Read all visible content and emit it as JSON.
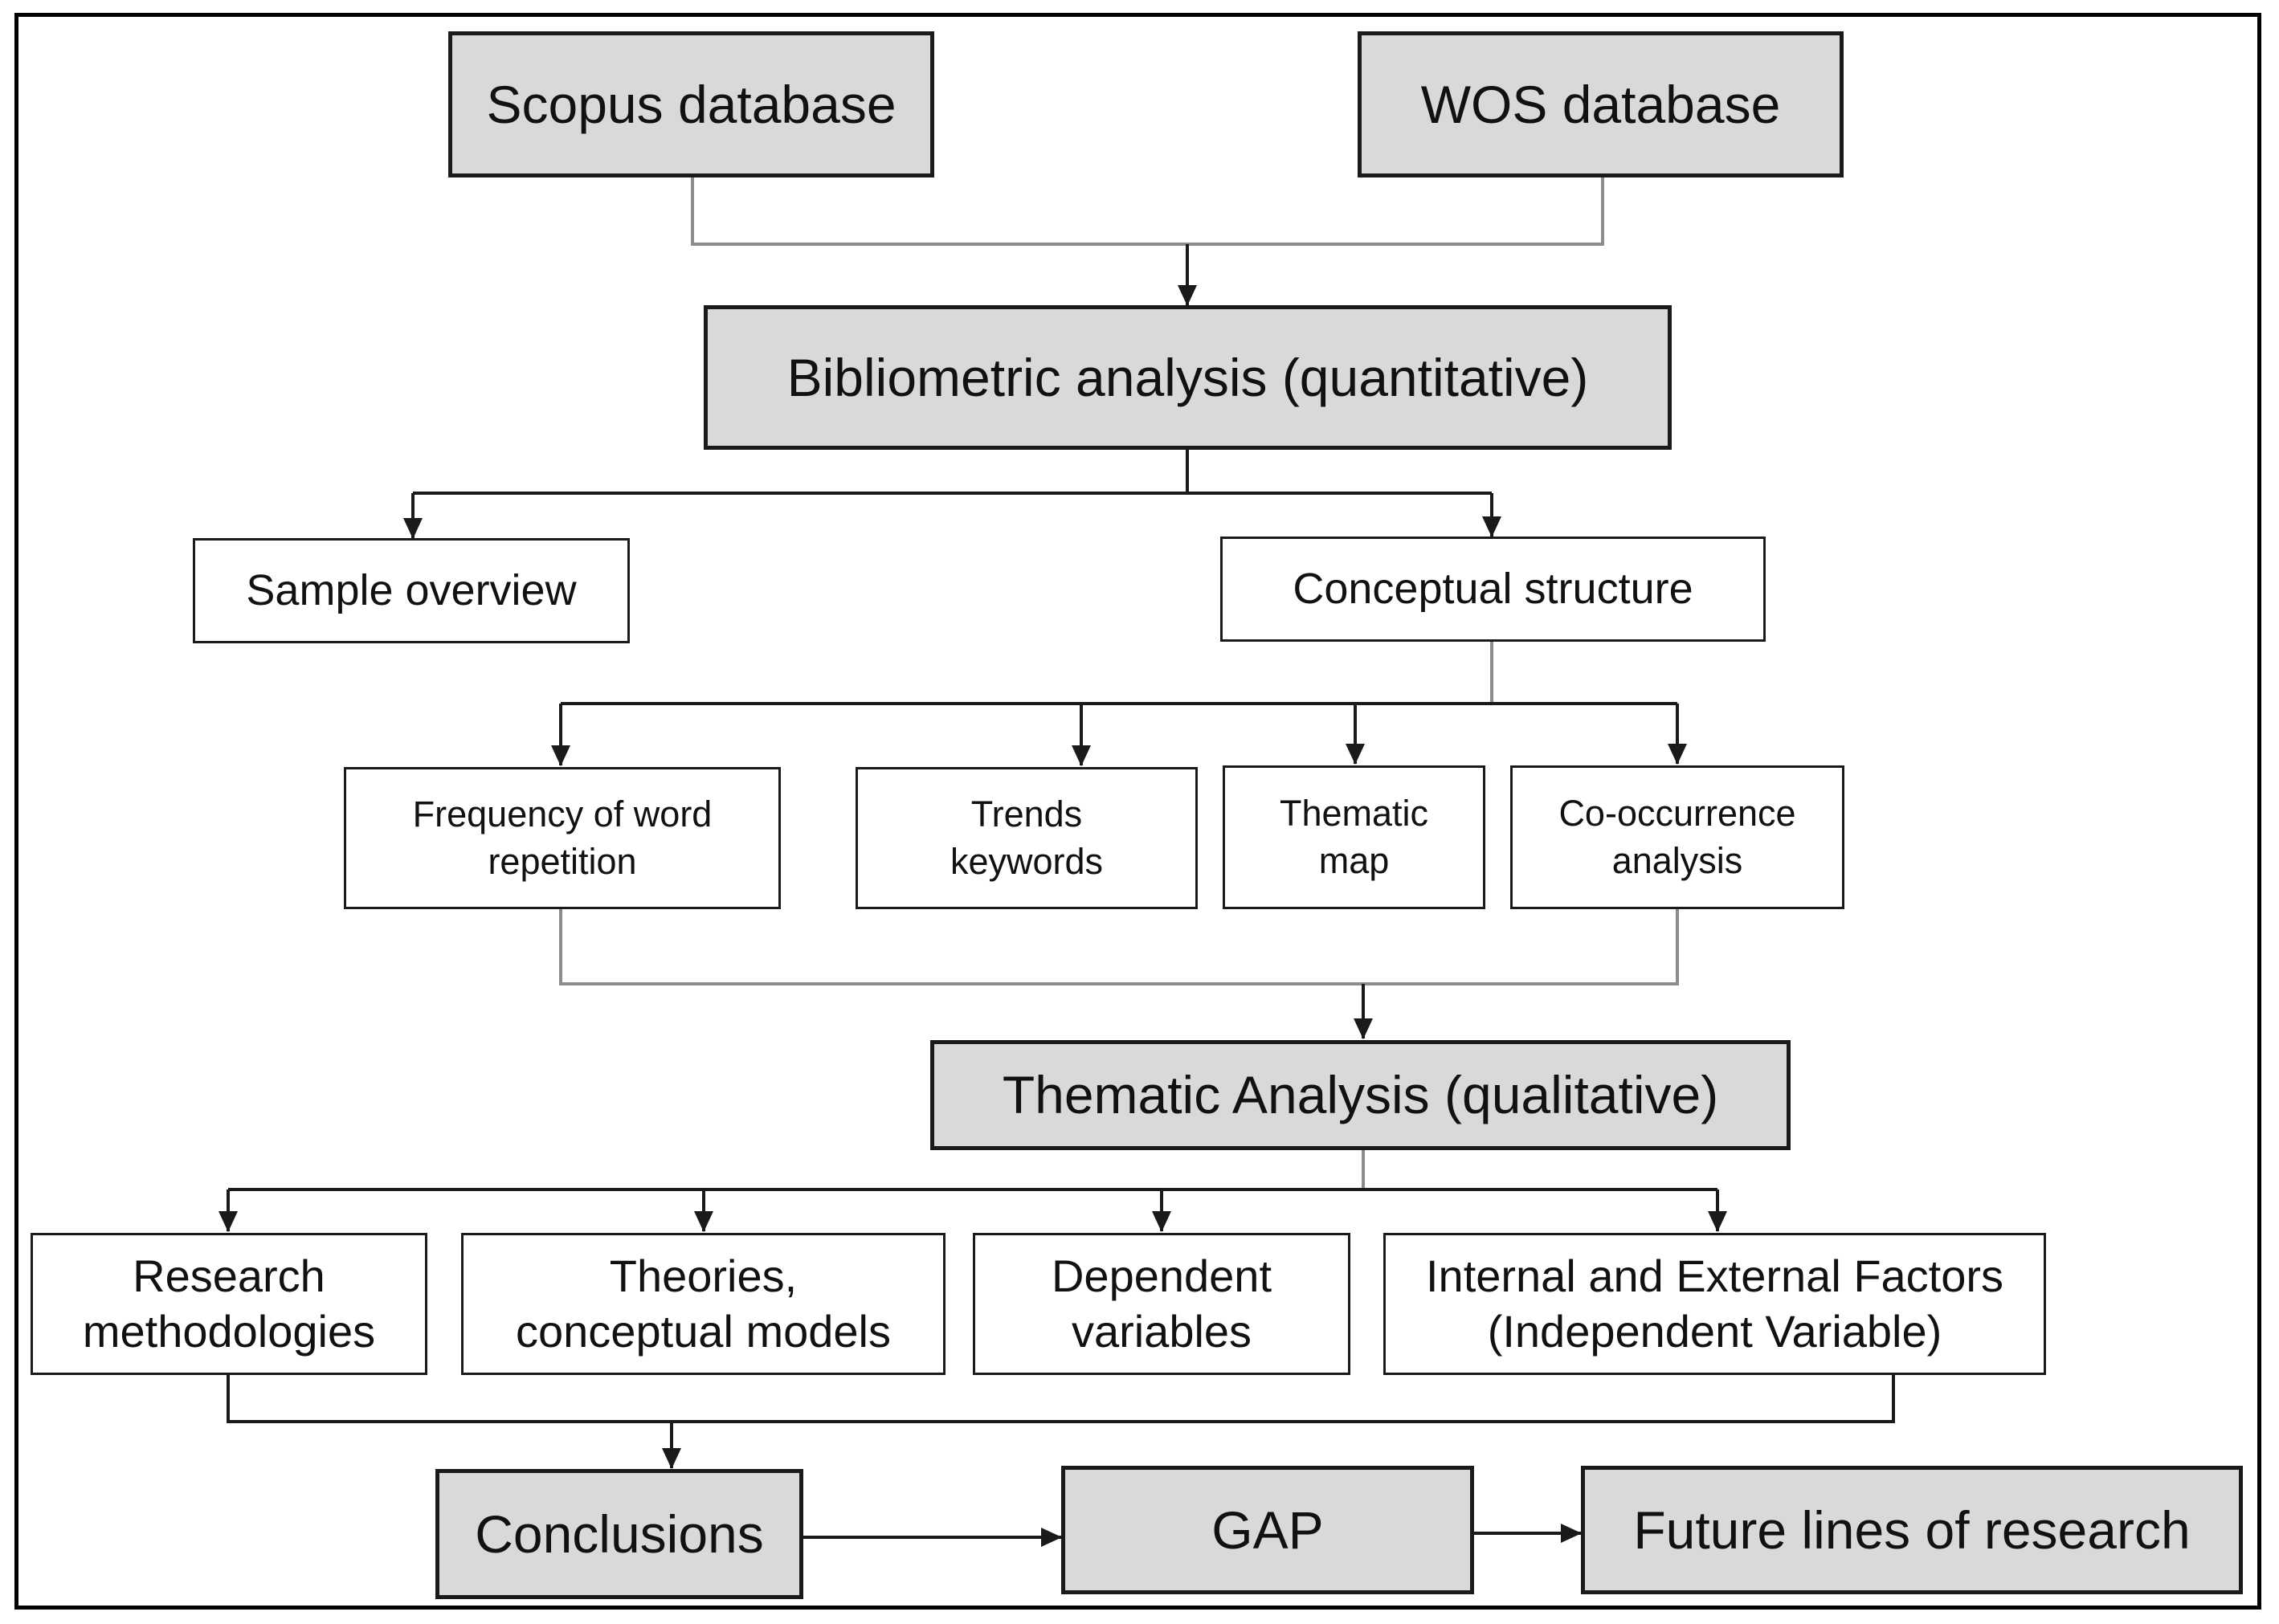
{
  "nodes": {
    "scopus": "Scopus database",
    "wos": "WOS database",
    "bibliometric": "Bibliometric analysis (quantitative)",
    "sample_overview": "Sample overview",
    "conceptual_structure": "Conceptual structure",
    "frequency": "Frequency of word\nrepetition",
    "trends": "Trends\nkeywords",
    "thematic_map": "Thematic\nmap",
    "cooccurrence": "Co-occurrence\nanalysis",
    "thematic_analysis": "Thematic Analysis (qualitative)",
    "research_methodologies": "Research\nmethodologies",
    "theories": "Theories,\nconceptual models",
    "dependent": "Dependent\nvariables",
    "factors": "Internal and External Factors\n(Independent Variable)",
    "conclusions": "Conclusions",
    "gap": "GAP",
    "future": "Future lines of research"
  },
  "colors": {
    "main_fill": "#d9d9d9",
    "sub_fill": "#ffffff",
    "border": "#1a1a1a",
    "line_dark": "#1a1a1a",
    "line_grey": "#8c8c8c"
  }
}
